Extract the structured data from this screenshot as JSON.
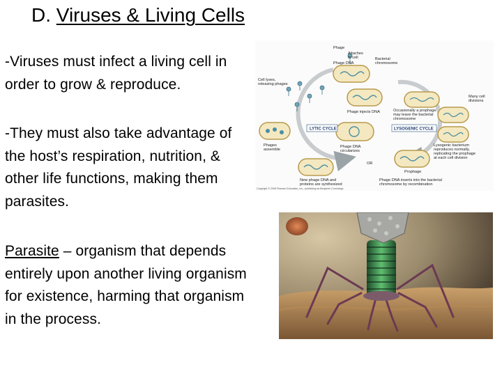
{
  "slide": {
    "title_prefix": "D. ",
    "title_text": "Viruses & Living Cells",
    "paragraph1": "-Viruses must infect a living cell in order to grow & reproduce.",
    "paragraph2": "-They must also take advantage of the host’s respiration, nutrition, & other life functions, making them parasites.",
    "definition_term": "Parasite",
    "definition_text": " – organism that depends entirely upon another living organism for existence, harming that organism in the process."
  },
  "diagram": {
    "labels": {
      "phage": "Phage",
      "attaches": "Attaches",
      "to_cell": "to cell",
      "phage_dna": "Phage DNA",
      "bacterial": "Bacterial",
      "chromosome": "chromosome",
      "cell_lyses": "Cell lyses,",
      "releasing_phages": "releasing phages",
      "phage_injects_dna": "Phage injects DNA",
      "occasionally": "Occasionally a prophage",
      "may_leave": "may leave the bacterial",
      "chromosome2": "chromosome",
      "many_cell": "Many cell",
      "divisions": "divisions",
      "lytic_cycle": "LYTIC CYCLE",
      "lysogenic_cycle": "LYSOGENIC CYCLE",
      "phages": "Phages",
      "assemble": "assemble",
      "phage_dna2": "Phage DNA",
      "circularizes": "circularizes",
      "lysogenic_bacterium": "Lysogenic bacterium",
      "reproduces_normally": "reproduces normally,",
      "replicating": "replicating the prophage",
      "each_division": "at each cell division",
      "prophage": "Prophage",
      "or": "OR",
      "new_phage_dna": "New phage DNA and",
      "proteins_synth": "proteins are synthesized",
      "phage_dna_inserts": "Phage DNA inserts into the bacterial",
      "chromosome_by": "chromosome by recombination",
      "copyright": "Copyright © 2008 Pearson Education, Inc., publishing as Benjamin Cummings."
    }
  }
}
